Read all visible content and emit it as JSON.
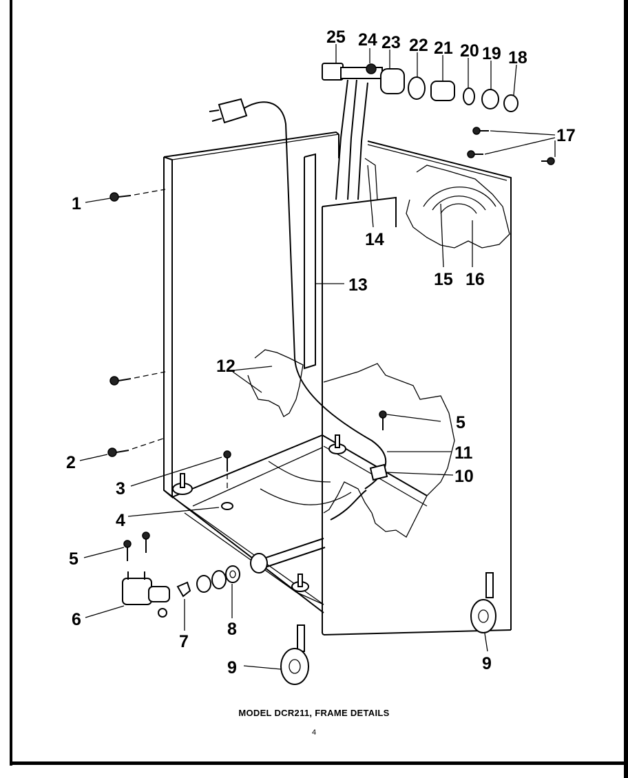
{
  "caption": "MODEL DCR211, FRAME DETAILS",
  "page_number": "4",
  "callouts": {
    "c1": "1",
    "c2": "2",
    "c3": "3",
    "c4": "4",
    "c5a": "5",
    "c5b": "5",
    "c6": "6",
    "c7": "7",
    "c8": "8",
    "c9a": "9",
    "c9b": "9",
    "c10": "10",
    "c11": "11",
    "c12": "12",
    "c13": "13",
    "c14": "14",
    "c15": "15",
    "c16": "16",
    "c17": "17",
    "c18": "18",
    "c19": "19",
    "c20": "20",
    "c21": "21",
    "c22": "22",
    "c23": "23",
    "c24": "24",
    "c25": "25"
  }
}
